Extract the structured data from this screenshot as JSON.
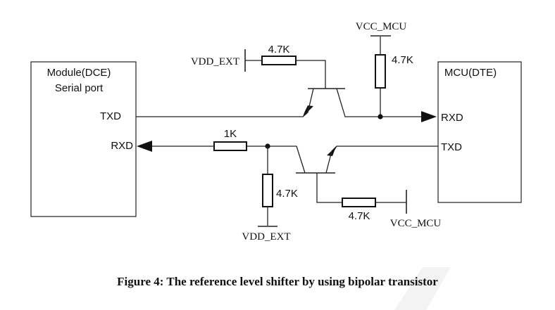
{
  "labels": {
    "module_title": "Module(DCE)",
    "module_subtitle": "Serial port",
    "module_txd": "TXD",
    "module_rxd": "RXD",
    "mcu_title": "MCU(DTE)",
    "mcu_rxd": "RXD",
    "mcu_txd": "TXD",
    "vcc_mcu_top": "VCC_MCU",
    "vdd_ext_top": "VDD_EXT",
    "vdd_ext_bottom": "VDD_EXT",
    "vcc_mcu_bottom": "VCC_MCU",
    "r_top_base": "4.7K",
    "r_top_pullup": "4.7K",
    "r_series": "1K",
    "r_bottom_pullup": "4.7K",
    "r_bottom_base": "4.7K"
  },
  "caption": "Figure 4: The reference level shifter by using bipolar transistor",
  "colors": {
    "ink": "#111111",
    "watermark": "#f2f2f2"
  }
}
